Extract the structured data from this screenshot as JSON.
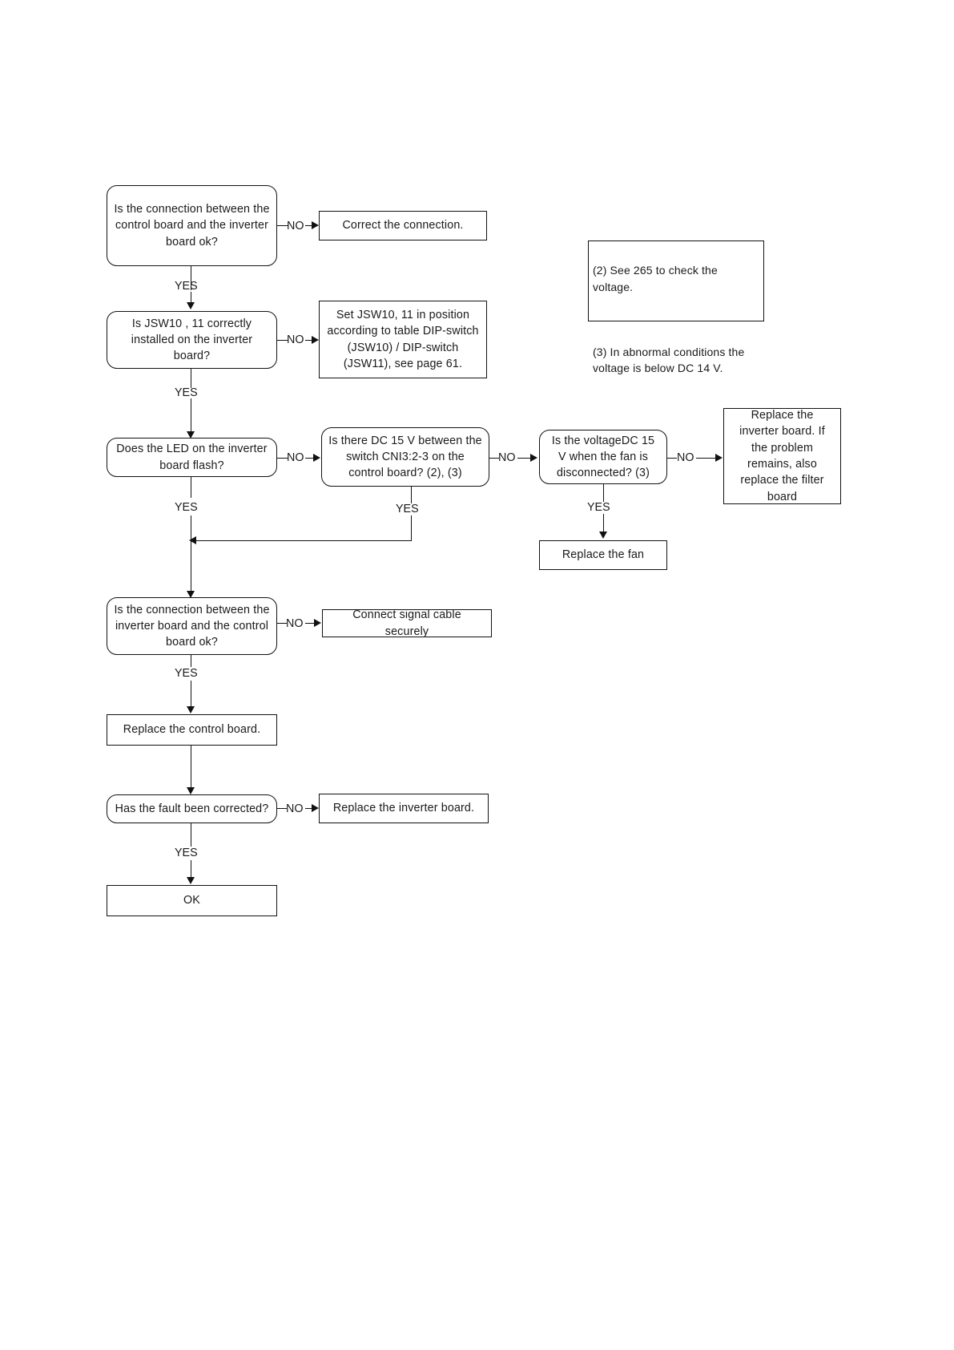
{
  "diagram": {
    "title": "Inverter / control board troubleshooting flowchart",
    "edge_labels": {
      "yes": "YES",
      "no": "NO"
    },
    "nodes": {
      "q_conn_control_inverter": "Is the connection between the control board and the inverter board ok?",
      "a_correct_connection": "Correct the connection.",
      "q_jsw_installed": "Is  JSW10 , 11 correctly installed on the inverter board?",
      "a_set_jsw": "Set JSW10, 11 in position according to table DIP-switch (JSW10) / DIP-switch (JSW11), see page 61.",
      "q_led_flash": "Does the LED on the inverter board flash?",
      "q_dc15_cni3": "Is there DC 15 V between the switch CNI3:2-3 on the control board? (2), (3)",
      "q_voltage_fan_disconnected": "Is the voltageDC  15 V when the fan is disconnected? (3)",
      "a_replace_inverter_filter": "Replace the inverter board. If the problem remains, also replace the filter board",
      "a_replace_fan": "Replace the fan",
      "q_conn_inverter_control": "Is the connection between the inverter board and the control board ok?",
      "a_connect_signal_cable": "Connect signal cable securely",
      "a_replace_control_board": "Replace the control board.",
      "q_fault_corrected": "Has the fault been corrected?",
      "a_replace_inverter_board": "Replace the inverter board.",
      "a_ok": "OK"
    },
    "notes": {
      "note_2": "(2) See 265 to check the voltage.",
      "note_3": "(3) In abnormal conditions the voltage is below DC  14 V."
    },
    "edges": [
      {
        "from": "q_conn_control_inverter",
        "to": "a_correct_connection",
        "label": "NO"
      },
      {
        "from": "q_conn_control_inverter",
        "to": "q_jsw_installed",
        "label": "YES"
      },
      {
        "from": "q_jsw_installed",
        "to": "a_set_jsw",
        "label": "NO"
      },
      {
        "from": "q_jsw_installed",
        "to": "q_led_flash",
        "label": "YES"
      },
      {
        "from": "q_led_flash",
        "to": "q_dc15_cni3",
        "label": "NO"
      },
      {
        "from": "q_led_flash",
        "to": "q_conn_inverter_control",
        "label": "YES"
      },
      {
        "from": "q_dc15_cni3",
        "to": "q_voltage_fan_disconnected",
        "label": "NO"
      },
      {
        "from": "q_dc15_cni3",
        "to": "q_conn_inverter_control",
        "label": "YES"
      },
      {
        "from": "q_voltage_fan_disconnected",
        "to": "a_replace_inverter_filter",
        "label": "NO"
      },
      {
        "from": "q_voltage_fan_disconnected",
        "to": "a_replace_fan",
        "label": "YES"
      },
      {
        "from": "q_conn_inverter_control",
        "to": "a_connect_signal_cable",
        "label": "NO"
      },
      {
        "from": "q_conn_inverter_control",
        "to": "a_replace_control_board",
        "label": "YES"
      },
      {
        "from": "a_replace_control_board",
        "to": "q_fault_corrected",
        "label": ""
      },
      {
        "from": "q_fault_corrected",
        "to": "a_replace_inverter_board",
        "label": "NO"
      },
      {
        "from": "q_fault_corrected",
        "to": "a_ok",
        "label": "YES"
      }
    ],
    "colors": {
      "line": "#111111",
      "text": "#1a1a1a",
      "background": "#ffffff"
    }
  }
}
